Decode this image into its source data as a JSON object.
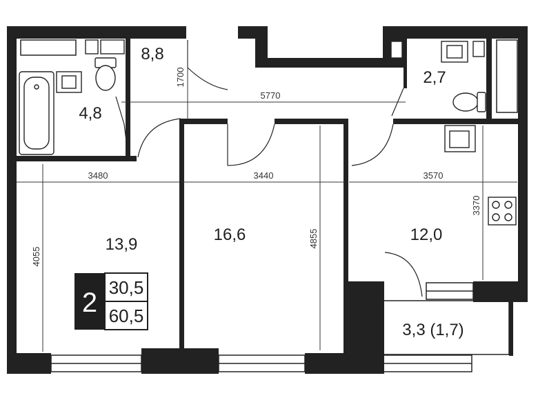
{
  "rooms": {
    "hall": "8,8",
    "bathroom_left": "4,8",
    "bathroom_right": "2,7",
    "bedroom_left": "13,9",
    "bedroom_middle": "16,6",
    "kitchen": "12,0",
    "balcony": "3,3 (1,7)"
  },
  "dimensions": {
    "corridor_width": "1700",
    "corridor_length": "5770",
    "left_room_width": "3480",
    "middle_room_width": "3440",
    "right_room_width": "3570",
    "left_room_depth": "4055",
    "middle_room_depth": "4855",
    "kitchen_depth": "3370"
  },
  "badge": {
    "room_count": "2",
    "living_area": "30,5",
    "total_area": "60,5"
  },
  "colors": {
    "wall": "#222222",
    "background": "#ffffff"
  }
}
